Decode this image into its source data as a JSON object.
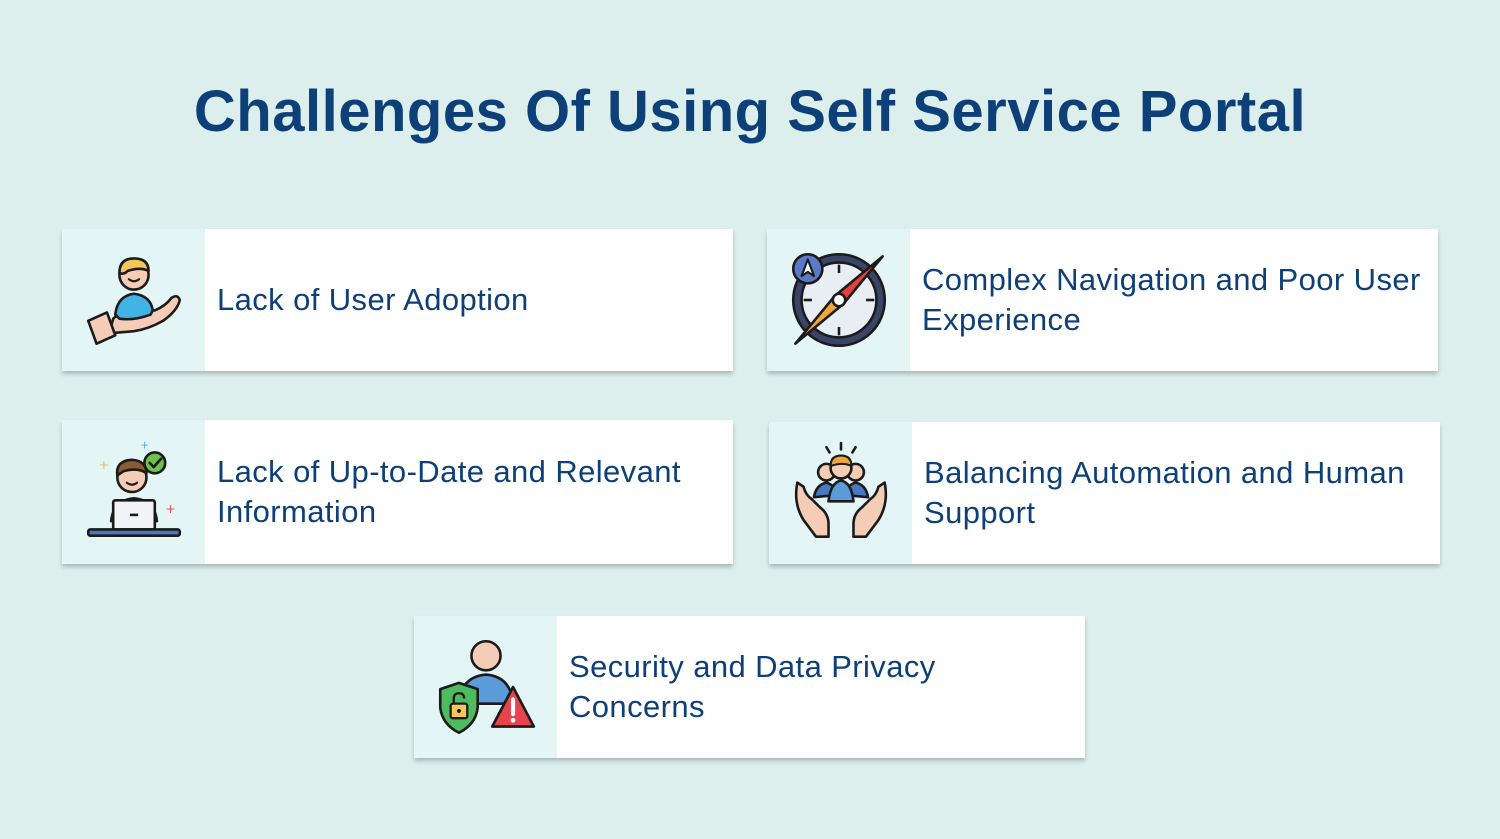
{
  "title": "Challenges Of Using Self Service Portal",
  "cards": [
    {
      "label": "Lack of User Adoption",
      "icon": "user-in-hand-icon"
    },
    {
      "label": "Complex Navigation and Poor User Experience",
      "icon": "compass-icon"
    },
    {
      "label": "Lack of Up-to-Date and Relevant Information",
      "icon": "person-at-laptop-icon"
    },
    {
      "label": "Balancing Automation and Human Support",
      "icon": "team-in-hands-icon"
    },
    {
      "label": "Security and Data Privacy Concerns",
      "icon": "user-lock-warning-icon"
    }
  ],
  "colors": {
    "background": "#dcefed",
    "title": "#0d3f78",
    "card": "#ffffff",
    "icon_panel": "#e3f5f5",
    "text": "#0d3f78"
  }
}
